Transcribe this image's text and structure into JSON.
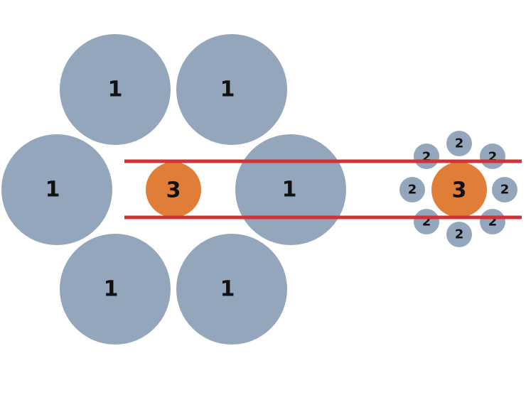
{
  "colors": {
    "large_circle": "#93a6bc",
    "small_circle": "#93a6bc",
    "highlight_circle": "#e07e38",
    "band_line": "#cf3337",
    "background": "#ffffff",
    "label": "#111111"
  },
  "large_circles": [
    {
      "label": "1"
    },
    {
      "label": "1"
    },
    {
      "label": "1"
    },
    {
      "label": "1"
    },
    {
      "label": "1"
    },
    {
      "label": "1"
    }
  ],
  "left_highlight": {
    "label": "3"
  },
  "right_highlight": {
    "label": "3"
  },
  "small_circles": [
    {
      "label": "2"
    },
    {
      "label": "2"
    },
    {
      "label": "2"
    },
    {
      "label": "2"
    },
    {
      "label": "2"
    },
    {
      "label": "2"
    },
    {
      "label": "2"
    },
    {
      "label": "2"
    }
  ]
}
